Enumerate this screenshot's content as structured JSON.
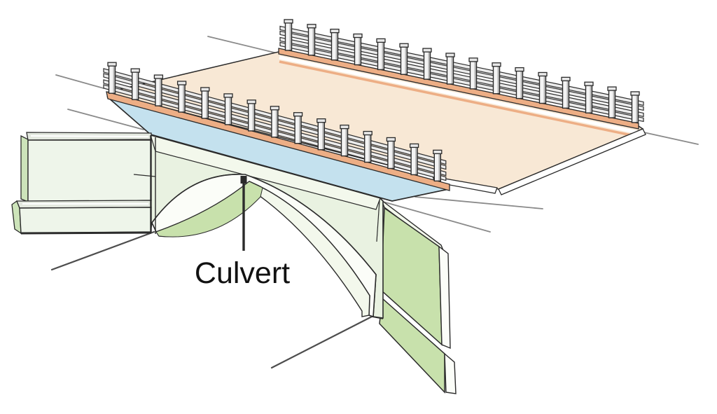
{
  "figure": {
    "label": "Culvert",
    "palette": {
      "background": "#ffffff",
      "deck": "#f8e8d5",
      "curb": "#edae85",
      "fascia_blue": "#c4e1ee",
      "headwall": "#e9f2e1",
      "band_light": "#f3f8ec",
      "arch_ring": "#fbfdf8",
      "spandrel_green": "#c8e1ac",
      "wall_face": "#eef5ea",
      "wall_edge_green": "#cde4ba",
      "coping": "#e4e9e0",
      "post_fill": "#f4f4f4",
      "post_shade": "#b9b9b9",
      "rail_fill": "#ebebeb",
      "outline": "#2b2b2b",
      "thin_line": "#8a8a8a",
      "stream_line": "#4d4d4d",
      "label_color": "#111111"
    },
    "railings": {
      "far_post_count": 16,
      "near_post_count": 15
    }
  }
}
